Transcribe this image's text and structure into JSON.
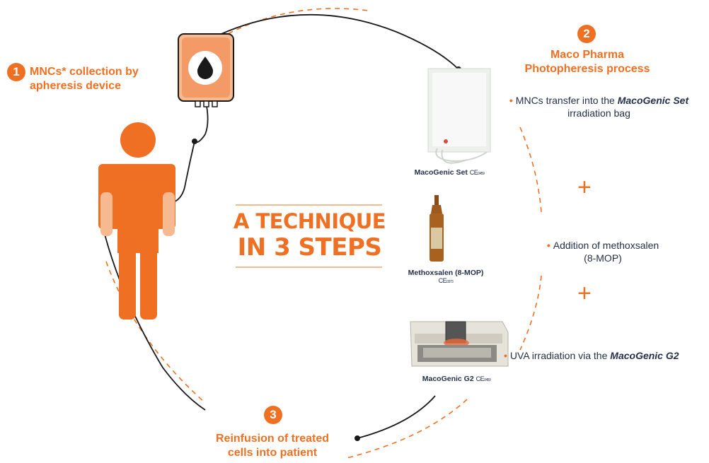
{
  "steps": {
    "step1": {
      "number": "1",
      "title_line1": "MNCs* collection by",
      "title_line2": "apheresis device"
    },
    "step2": {
      "number": "2",
      "title_line1": "Maco Pharma",
      "title_line2": "Photopheresis process",
      "bullet1_pre": "MNCs transfer into the ",
      "bullet1_bold": "MacoGenic Set",
      "bullet1_post": "irradiation bag",
      "bullet2_line1": "Addition of methoxsalen",
      "bullet2_line2": "(8-MOP)",
      "bullet3_pre": "UVA irradiation via the ",
      "bullet3_bold": "MacoGenic G2",
      "plus": "+"
    },
    "step3": {
      "number": "3",
      "title_line1": "Reinfusion of treated",
      "title_line2": "cells into patient"
    }
  },
  "center": {
    "line1": "A TECHNIQUE",
    "line2": "IN 3 STEPS"
  },
  "products": {
    "set": {
      "name": "MacoGenic Set",
      "ce": "CE",
      "ce_num": "0459"
    },
    "methoxsalen": {
      "name": "Methoxsalen (8-MOP)",
      "ce": "CE",
      "ce_num": "0373"
    },
    "g2": {
      "name": "MacoGenic G2",
      "ce": "CE",
      "ce_num": "0459"
    }
  },
  "colors": {
    "accent": "#F07023",
    "skin": "#F7B98F",
    "text": "#26304a"
  },
  "icons": [
    "blood-bag-icon",
    "blood-drop-icon",
    "patient-figure-icon",
    "irradiation-bag-image",
    "ampoule-image",
    "uva-device-image"
  ]
}
